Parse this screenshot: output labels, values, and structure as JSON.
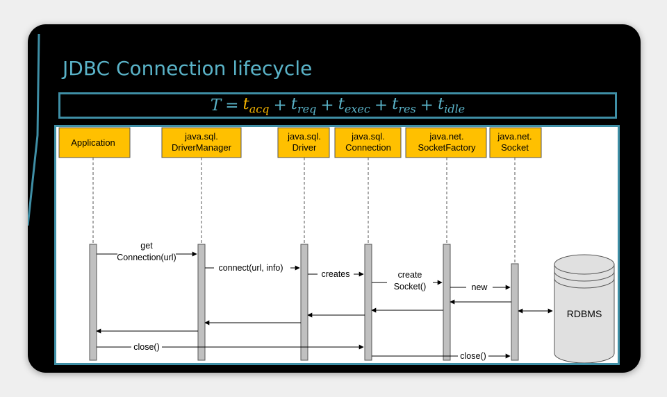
{
  "slide": {
    "title": "JDBC Connection lifecycle",
    "formula": {
      "lhs": "T",
      "eq": "=",
      "terms": [
        {
          "var": "t",
          "sub": "acq",
          "highlight": true
        },
        {
          "var": "t",
          "sub": "req",
          "highlight": false
        },
        {
          "var": "t",
          "sub": "exec",
          "highlight": false
        },
        {
          "var": "t",
          "sub": "res",
          "highlight": false
        },
        {
          "var": "t",
          "sub": "idle",
          "highlight": false
        }
      ],
      "plus": "+"
    }
  },
  "colors": {
    "slide_bg": "#000000",
    "title": "#5ab3c8",
    "frame_border": "#3f8fa6",
    "highlight": "#f2b200",
    "participant_fill": "#ffc000",
    "activation_fill": "#c0c0c0",
    "db_fill": "#e0e0e0"
  },
  "diagram": {
    "participants": [
      {
        "id": "application",
        "lines": [
          "Application"
        ]
      },
      {
        "id": "driver-manager",
        "lines": [
          "java.sql.",
          "DriverManager"
        ]
      },
      {
        "id": "driver",
        "lines": [
          "java.sql.",
          "Driver"
        ]
      },
      {
        "id": "connection",
        "lines": [
          "java.sql.",
          "Connection"
        ]
      },
      {
        "id": "socket-factory",
        "lines": [
          "java.net.",
          "SocketFactory"
        ]
      },
      {
        "id": "socket",
        "lines": [
          "java.net.",
          "Socket"
        ]
      }
    ],
    "database": {
      "id": "rdbms",
      "label": "RDBMS"
    },
    "messages": [
      {
        "id": "get-connection",
        "from": "application",
        "to": "driver-manager",
        "label": [
          "get",
          "Connection(url)"
        ],
        "kind": "call"
      },
      {
        "id": "connect",
        "from": "driver-manager",
        "to": "driver",
        "label": [
          "connect(url, info)"
        ],
        "kind": "call"
      },
      {
        "id": "creates",
        "from": "driver",
        "to": "connection",
        "label": [
          "creates"
        ],
        "kind": "call"
      },
      {
        "id": "create-socket",
        "from": "connection",
        "to": "socket-factory",
        "label": [
          "create",
          "Socket()"
        ],
        "kind": "call"
      },
      {
        "id": "new",
        "from": "socket-factory",
        "to": "socket",
        "label": [
          "new"
        ],
        "kind": "call"
      },
      {
        "id": "return-socket",
        "from": "socket",
        "to": "socket-factory",
        "label": [],
        "kind": "return"
      },
      {
        "id": "socket-to-db",
        "from": "socket",
        "to": "rdbms",
        "label": [],
        "kind": "bidirectional"
      },
      {
        "id": "return-factory",
        "from": "socket-factory",
        "to": "connection",
        "label": [],
        "kind": "return"
      },
      {
        "id": "return-connection",
        "from": "connection",
        "to": "driver",
        "label": [],
        "kind": "return"
      },
      {
        "id": "return-driver",
        "from": "driver",
        "to": "driver-manager",
        "label": [],
        "kind": "return"
      },
      {
        "id": "return-manager",
        "from": "driver-manager",
        "to": "application",
        "label": [],
        "kind": "return"
      },
      {
        "id": "close-connection",
        "from": "application",
        "to": "connection",
        "label": [
          "close()"
        ],
        "kind": "call"
      },
      {
        "id": "close-socket",
        "from": "connection",
        "to": "socket",
        "label": [
          "close()"
        ],
        "kind": "call"
      }
    ]
  }
}
